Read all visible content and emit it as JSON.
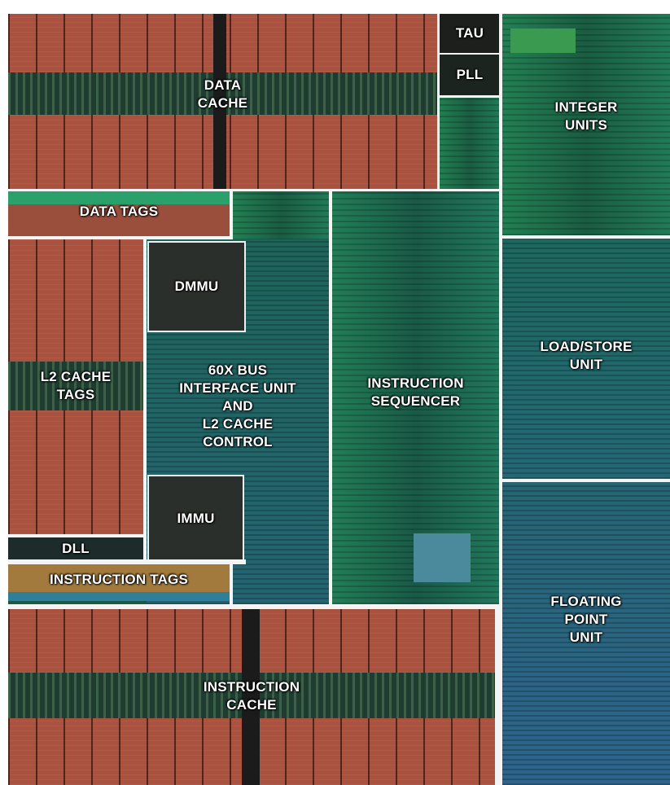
{
  "blocks": {
    "data_cache": "DATA\nCACHE",
    "tau": "TAU",
    "pll": "PLL",
    "integer_units": "INTEGER\nUNITS",
    "data_tags": "DATA TAGS",
    "dmmu": "DMMU",
    "l2_cache_tags": "L2 CACHE\nTAGS",
    "bus_interface": "60X BUS\nINTERFACE UNIT\nAND\nL2 CACHE\nCONTROL",
    "instruction_sequencer": "INSTRUCTION\nSEQUENCER",
    "load_store_unit": "LOAD/STORE\nUNIT",
    "immu": "IMMU",
    "dll": "DLL",
    "instruction_tags": "INSTRUCTION TAGS",
    "floating_point_unit": "FLOATING\nPOINT\nUNIT",
    "instruction_cache": "INSTRUCTION\nCACHE"
  },
  "colors": {
    "cache_red": "#a8523f",
    "logic_green": "#1f6e4e",
    "logic_blue": "#2d6a78",
    "divider": "#f4f4f4"
  }
}
